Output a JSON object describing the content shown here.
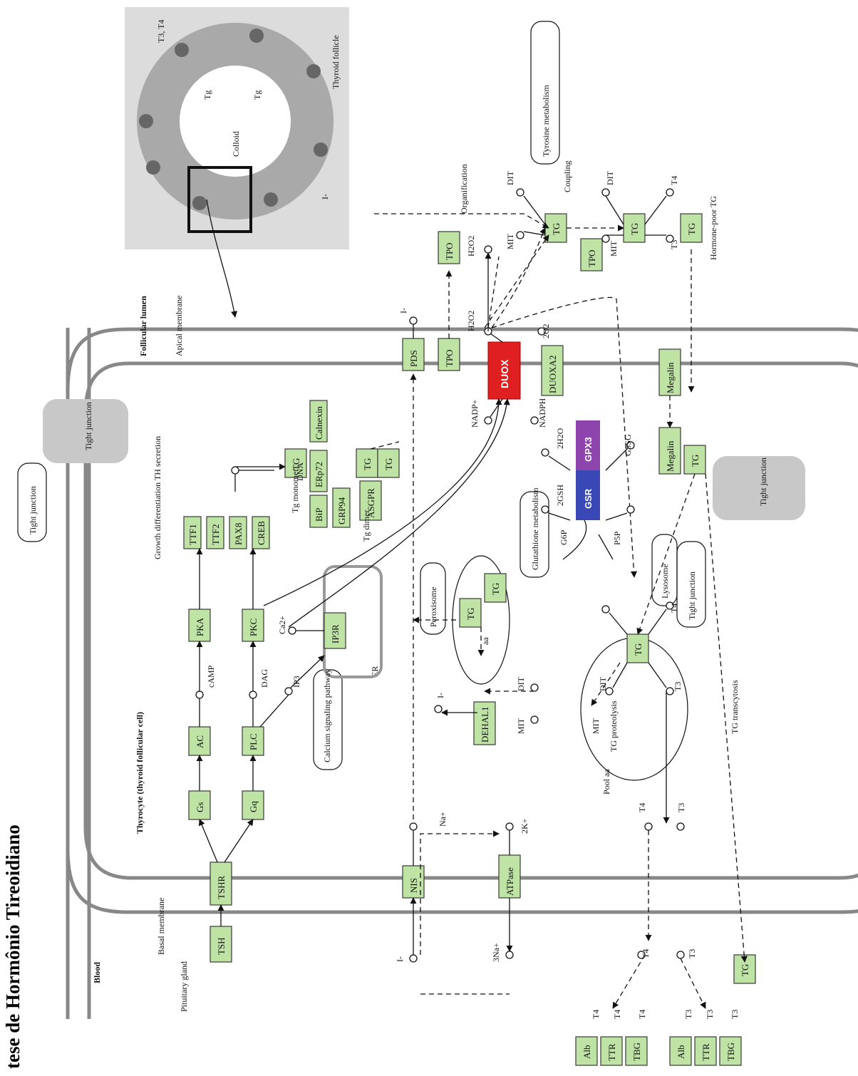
{
  "title": "tese de Hormônio Tireoidiano",
  "regions": {
    "blood": "Blood",
    "basal_membrane": "Basal membrane",
    "pituitary_gland": "Pituitary gland",
    "thyrocyte": "Thyrocyte (thyroid follicular cell)",
    "follicular_lumen": "Follicular lumen",
    "apical_membrane": "Apical membrane",
    "tight_junction": "Tight junction",
    "er": "ER",
    "thyroid_follicle": "Thyroid follicle",
    "colloid": "Colloid"
  },
  "pathway_boxes": {
    "tyrosine_metabolism": "Tyrosine metabolism",
    "calcium_signaling": "Calcium signaling pathway",
    "glutathione_metabolism": "Glutathione metabolism",
    "peroxisome": "Peroxisome",
    "lysosome": "Lysosome"
  },
  "labels": {
    "camp": "cAMP",
    "dag": "DAG",
    "ip3": "IP3",
    "ca": "Ca2+",
    "growth": "Growth differentiation TH secretion",
    "dna": "DNA",
    "tg_monomer": "Tg monomer",
    "tg_dimer": "Tg dimer",
    "organification": "Organification",
    "coupling": "Coupling",
    "hormone_poor_tg": "Hormone-poor TG",
    "h2o2": "H2O2",
    "o2": "2O2",
    "nadp": "NADP+",
    "nadph": "NADPH",
    "h2o": "2H2O",
    "gsh": "2GSH",
    "gssg": "GSSG",
    "g6p": "G6P",
    "p5p": "P5P",
    "iodide": "I-",
    "na": "Na+",
    "na3": "3Na+",
    "k2": "2K+",
    "dit": "DIT",
    "mit": "MIT",
    "t3": "T3",
    "t4": "T4",
    "t3t4": "T3, T4",
    "tg_small": "Tg",
    "aa": "aa",
    "pool_aa": "Pool aa",
    "tg_proteolysis": "TG proteolysis",
    "tg_transcytosis": "TG transcytosis"
  },
  "genes": {
    "tsh": "TSH",
    "tshr": "TSHR",
    "gs": "Gs",
    "gq": "Gq",
    "ac": "AC",
    "plc": "PLC",
    "pka": "PKA",
    "pkc": "PKC",
    "ttf1": "TTF1",
    "ttf2": "TTF2",
    "pax8": "PAX8",
    "creb": "CREB",
    "ip3r": "IP3R",
    "tg": "TG",
    "calnexin": "Calnexin",
    "erp72": "ERp72",
    "bip": "BiP",
    "grp94": "GRP94",
    "asgpr": "ASGPR",
    "nis": "NIS",
    "atpase": "ATPase",
    "pds": "PDS",
    "tpo": "TPO",
    "duox": "DUOX",
    "duoxa2": "DUOXA2",
    "megalin": "Megalin",
    "dehal1": "DEHAL1",
    "gsr": "GSR",
    "gpx3": "GPX3",
    "alb": "Alb",
    "ttr": "TTR",
    "tbg": "TBG"
  },
  "colors": {
    "gene_fill": "#bfe3a5",
    "duox": "#e02020",
    "gpx3": "#8e44ad",
    "gsr": "#3948b5",
    "lane": "#888888",
    "follicle_panel": "#dcdcdc"
  }
}
